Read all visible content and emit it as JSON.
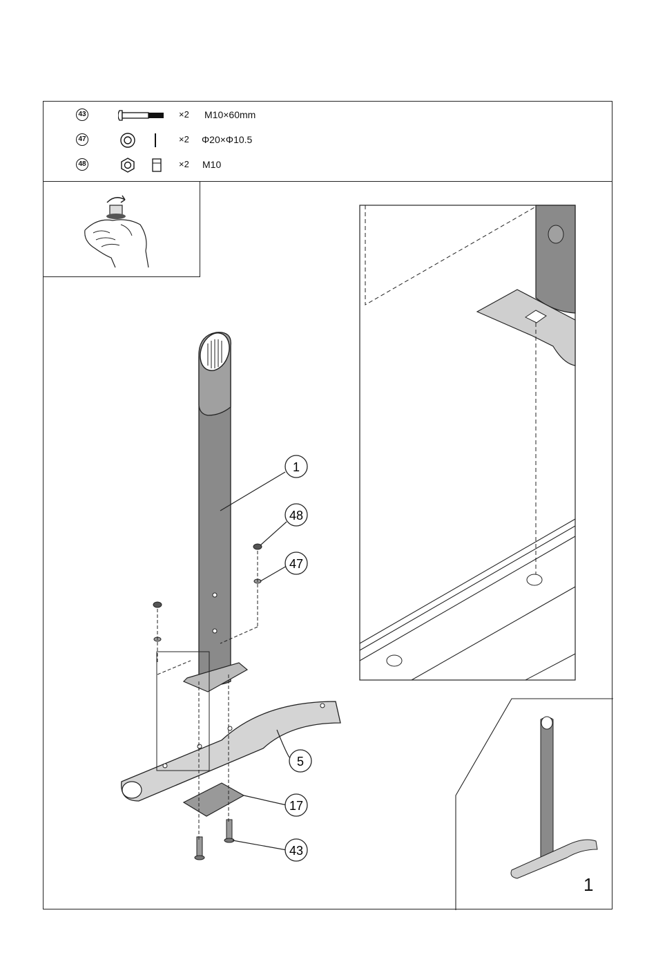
{
  "parts": [
    {
      "id": "43",
      "qty": "×2",
      "spec": "M10×60mm",
      "icon": "carriage-bolt-icon"
    },
    {
      "id": "47",
      "qty": "×2",
      "spec": "Φ20×Φ10.5",
      "icon": "flat-washer-icon"
    },
    {
      "id": "48",
      "qty": "×2",
      "spec": "M10",
      "icon": "hex-nut-icon"
    }
  ],
  "callouts": [
    "1",
    "48",
    "47",
    "5",
    "17",
    "43"
  ],
  "step_number": "1",
  "colors": {
    "line": "#222222",
    "metal_dark": "#8a8a8a",
    "metal_light": "#c8c8c8"
  }
}
